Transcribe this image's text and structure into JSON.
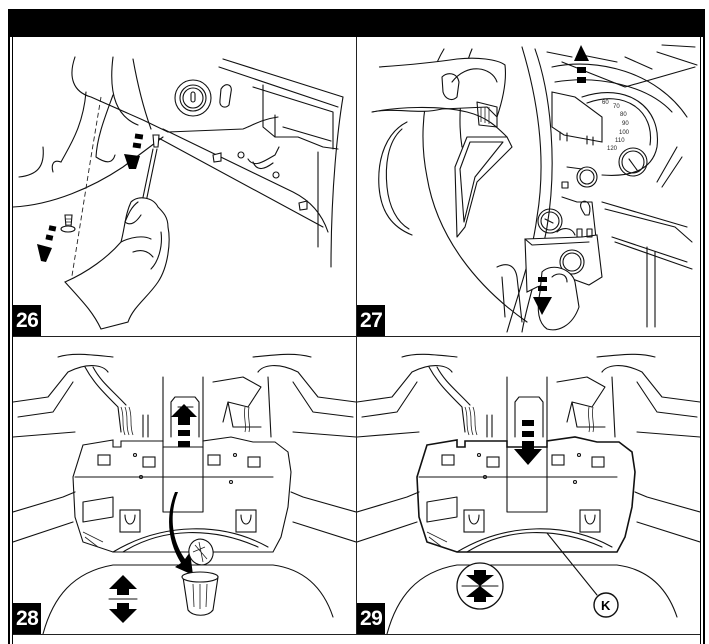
{
  "document": {
    "type": "service-manual-page",
    "header_bar_text": ""
  },
  "steps": [
    {
      "number": "26",
      "illustration": "remove-lower-trim-screw",
      "icons": [
        "screwdriver-icon",
        "screw-icon",
        "hand-icon",
        "removal-arrow-down-icon",
        "removal-arrow-down-icon"
      ]
    },
    {
      "number": "27",
      "illustration": "remove-steering-column-shroud",
      "icons": [
        "steering-wheel-icon",
        "instrument-cluster-icon",
        "removal-arrow-up-icon",
        "removal-arrow-down-icon",
        "hand-icon"
      ],
      "speedometer_scale": [
        "60",
        "70",
        "80",
        "90",
        "100",
        "110",
        "120"
      ]
    },
    {
      "number": "28",
      "illustration": "remove-clock-spring-module",
      "icons": [
        "removal-arrow-up-icon",
        "bin-dispose-arrow-icon",
        "waste-bin-icon",
        "adjust-up-down-icon"
      ]
    },
    {
      "number": "29",
      "illustration": "install-clock-spring-module",
      "icons": [
        "install-arrow-down-icon",
        "compress-center-icon"
      ],
      "callout": "K"
    }
  ]
}
